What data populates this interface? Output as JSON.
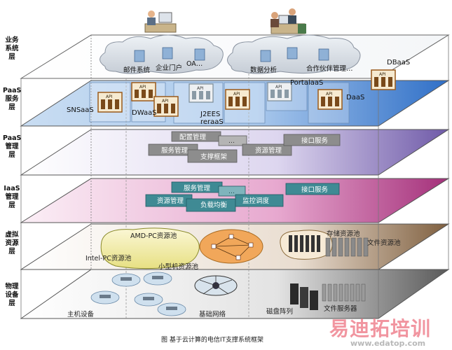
{
  "layers": [
    {
      "id": "business",
      "label": "业务\n系统\n层"
    },
    {
      "id": "paas-service",
      "label": "PaaS\n服务\n层"
    },
    {
      "id": "paas-mgmt",
      "label": "PaaS\n管理\n层"
    },
    {
      "id": "iaas-mgmt",
      "label": "IaaS\n管理\n层"
    },
    {
      "id": "virtual",
      "label": "虚拟\n资源\n层"
    },
    {
      "id": "physical",
      "label": "物理\n设备\n层"
    }
  ],
  "business": {
    "apps": [
      "邮件系统",
      "企业门户",
      "OA…",
      "数据分析",
      "合作伙伴管理…"
    ]
  },
  "paas_service": {
    "api_label": "API",
    "services": [
      "SNSaaS",
      "DWaaS",
      "J2EES",
      "reraaS",
      "PortalaaS",
      "DaaS",
      "DBaaS"
    ]
  },
  "paas_mgmt": {
    "items": [
      "配置管理",
      "服务管理",
      "支撑框架",
      "资源管理",
      "接口服务",
      "…"
    ]
  },
  "iaas_mgmt": {
    "items": [
      "服务管理",
      "资源管理",
      "负载均衡",
      "监控调度",
      "接口服务",
      "…"
    ]
  },
  "virtual": {
    "pools": [
      "AMD-PC资源池",
      "Intel-PC资源池",
      "小型机资源池",
      "存储资源池",
      "文件资源池"
    ]
  },
  "physical": {
    "devices": [
      "主机设备",
      "基础网络",
      "磁盘阵列",
      "文件服务器"
    ]
  },
  "caption": "图 基于云计算的电信IT支撑系统框架",
  "watermark": {
    "cn": "易迪拓培训",
    "url": "www.edatop.com"
  }
}
